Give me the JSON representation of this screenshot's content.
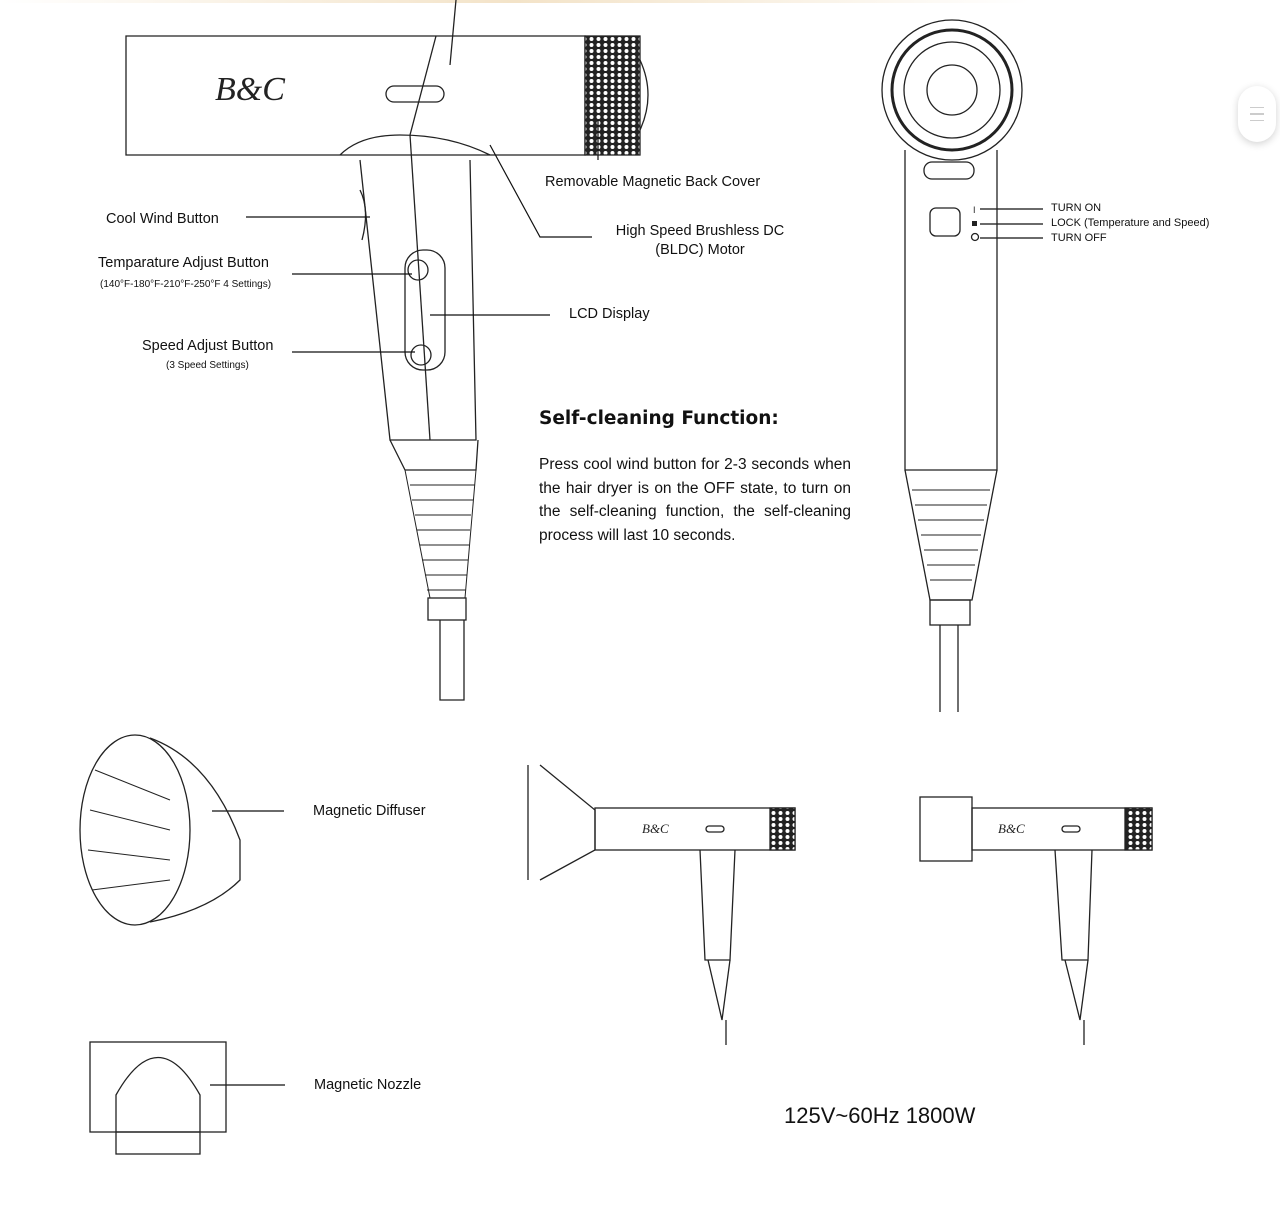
{
  "brand_logo": "B&C",
  "labels": {
    "cool_wind": "Cool Wind Button",
    "temp_adjust": "Temparature Adjust Button",
    "temp_settings": "(140°F-180°F-210°F-250°F 4 Settings)",
    "speed_adjust": "Speed Adjust Button",
    "speed_settings": "(3 Speed Settings)",
    "back_cover": "Removable Magnetic Back Cover",
    "motor_line1": "High Speed Brushless DC",
    "motor_line2": "(BLDC) Motor",
    "lcd": "LCD Display",
    "turn_on": "TURN ON",
    "lock": "LOCK (Temperature and Speed)",
    "turn_off": "TURN OFF",
    "diffuser": "Magnetic Diffuser",
    "nozzle": "Magnetic Nozzle"
  },
  "self_cleaning": {
    "title": "Self-cleaning Function:",
    "text": "Press cool wind button for 2-3 seconds when the hair dryer is on the OFF state, to turn on the self-cleaning function, the self-cleaning process will last 10 seconds."
  },
  "spec": "125V~60Hz 1800W"
}
